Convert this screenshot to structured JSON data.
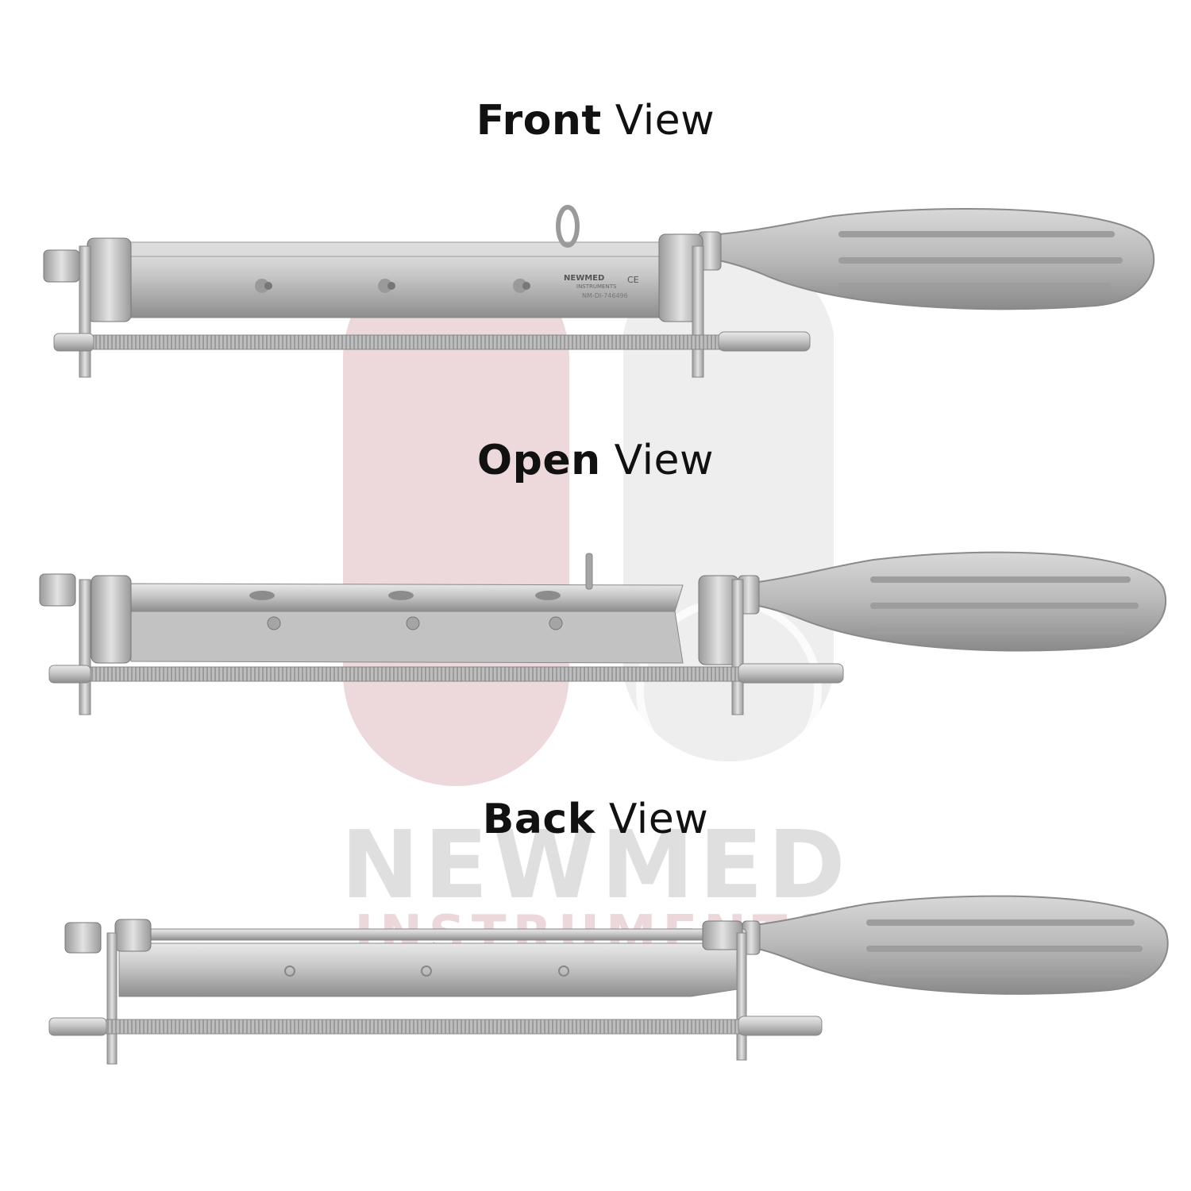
{
  "views": [
    {
      "bold": "Front",
      "rest": "View"
    },
    {
      "bold": "Open",
      "rest": "View"
    },
    {
      "bold": "Back",
      "rest": "View"
    }
  ],
  "engraving": {
    "brand": "NEWMED",
    "sub": "INSTRUMENTS",
    "mark": "CE",
    "code": "NM-DI-746496"
  },
  "watermark": {
    "brand": "NEWMED",
    "sub": "INSTRUMENTS",
    "colors": {
      "pill": "#c99aa0",
      "ring": "#d9d9d9"
    }
  },
  "colors": {
    "steel": "#c8c8c8",
    "steel_dark": "#8f8f8f",
    "text": "#111111"
  }
}
